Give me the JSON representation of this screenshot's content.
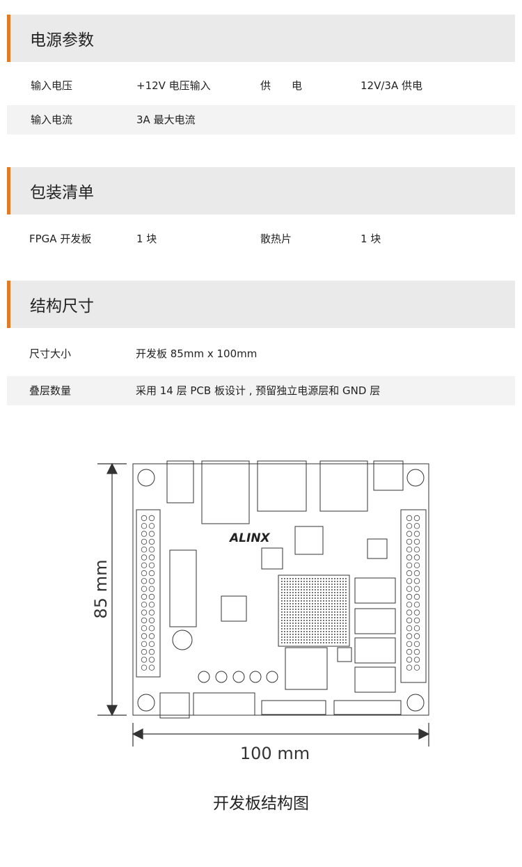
{
  "power": {
    "title": "电源参数",
    "rows": [
      [
        "输入电压",
        "+12V 电压输入",
        "供　　电",
        "12V/3A 供电"
      ],
      [
        "输入电流",
        "3A 最大电流"
      ]
    ]
  },
  "package": {
    "title": "包装清单",
    "rows": [
      [
        "FPGA 开发板",
        "1 块",
        "散热片",
        "1 块"
      ]
    ]
  },
  "structure": {
    "title": "结构尺寸",
    "rows": [
      [
        "尺寸大小",
        "开发板 85mm x 100mm"
      ],
      [
        "叠层数量",
        "采用 14 层 PCB 板设计 , 预留独立电源层和 GND 层"
      ]
    ]
  },
  "board": {
    "logo": "ALINX",
    "height_label": "85 mm",
    "width_label": "100 mm"
  },
  "caption": "开发板结构图",
  "colors": {
    "accent": "#e07a27",
    "header_bg": "#eaeaea",
    "row_bg": "#f3f3f3"
  }
}
